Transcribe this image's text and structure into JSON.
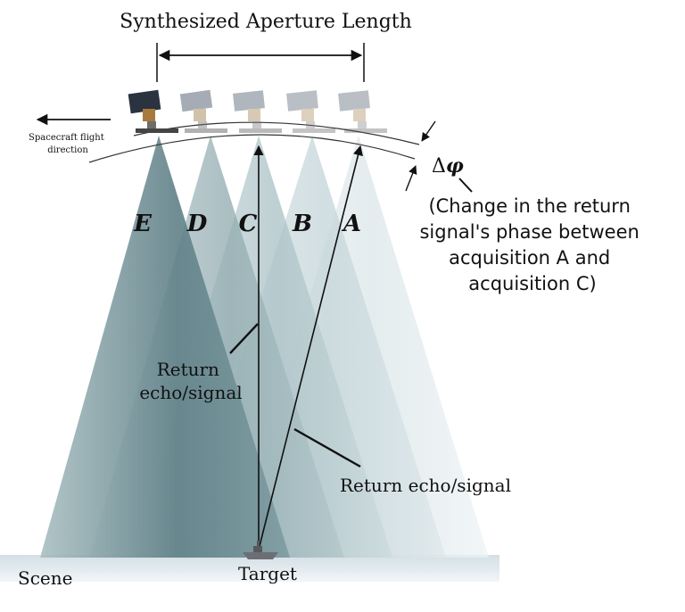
{
  "title": "Synthesized Aperture Length",
  "flight_direction_label": [
    "Spacecraft flight",
    "direction"
  ],
  "acquisitions": [
    "E",
    "D",
    "C",
    "B",
    "A"
  ],
  "phase_symbol": "Δ",
  "phase_phi": "φ",
  "phase_note": [
    "(Change in the return",
    "signal's phase between",
    "acquisition A and",
    "acquisition C)"
  ],
  "echo_label_left": [
    "Return",
    "echo/signal"
  ],
  "echo_label_right": "Return echo/signal",
  "scene_label": "Scene",
  "target_label": "Target",
  "colors": {
    "beam_dark": "#5f8087",
    "beam_light": "#e6eff2",
    "ground": "#cfdbe2",
    "line": "#111111"
  }
}
